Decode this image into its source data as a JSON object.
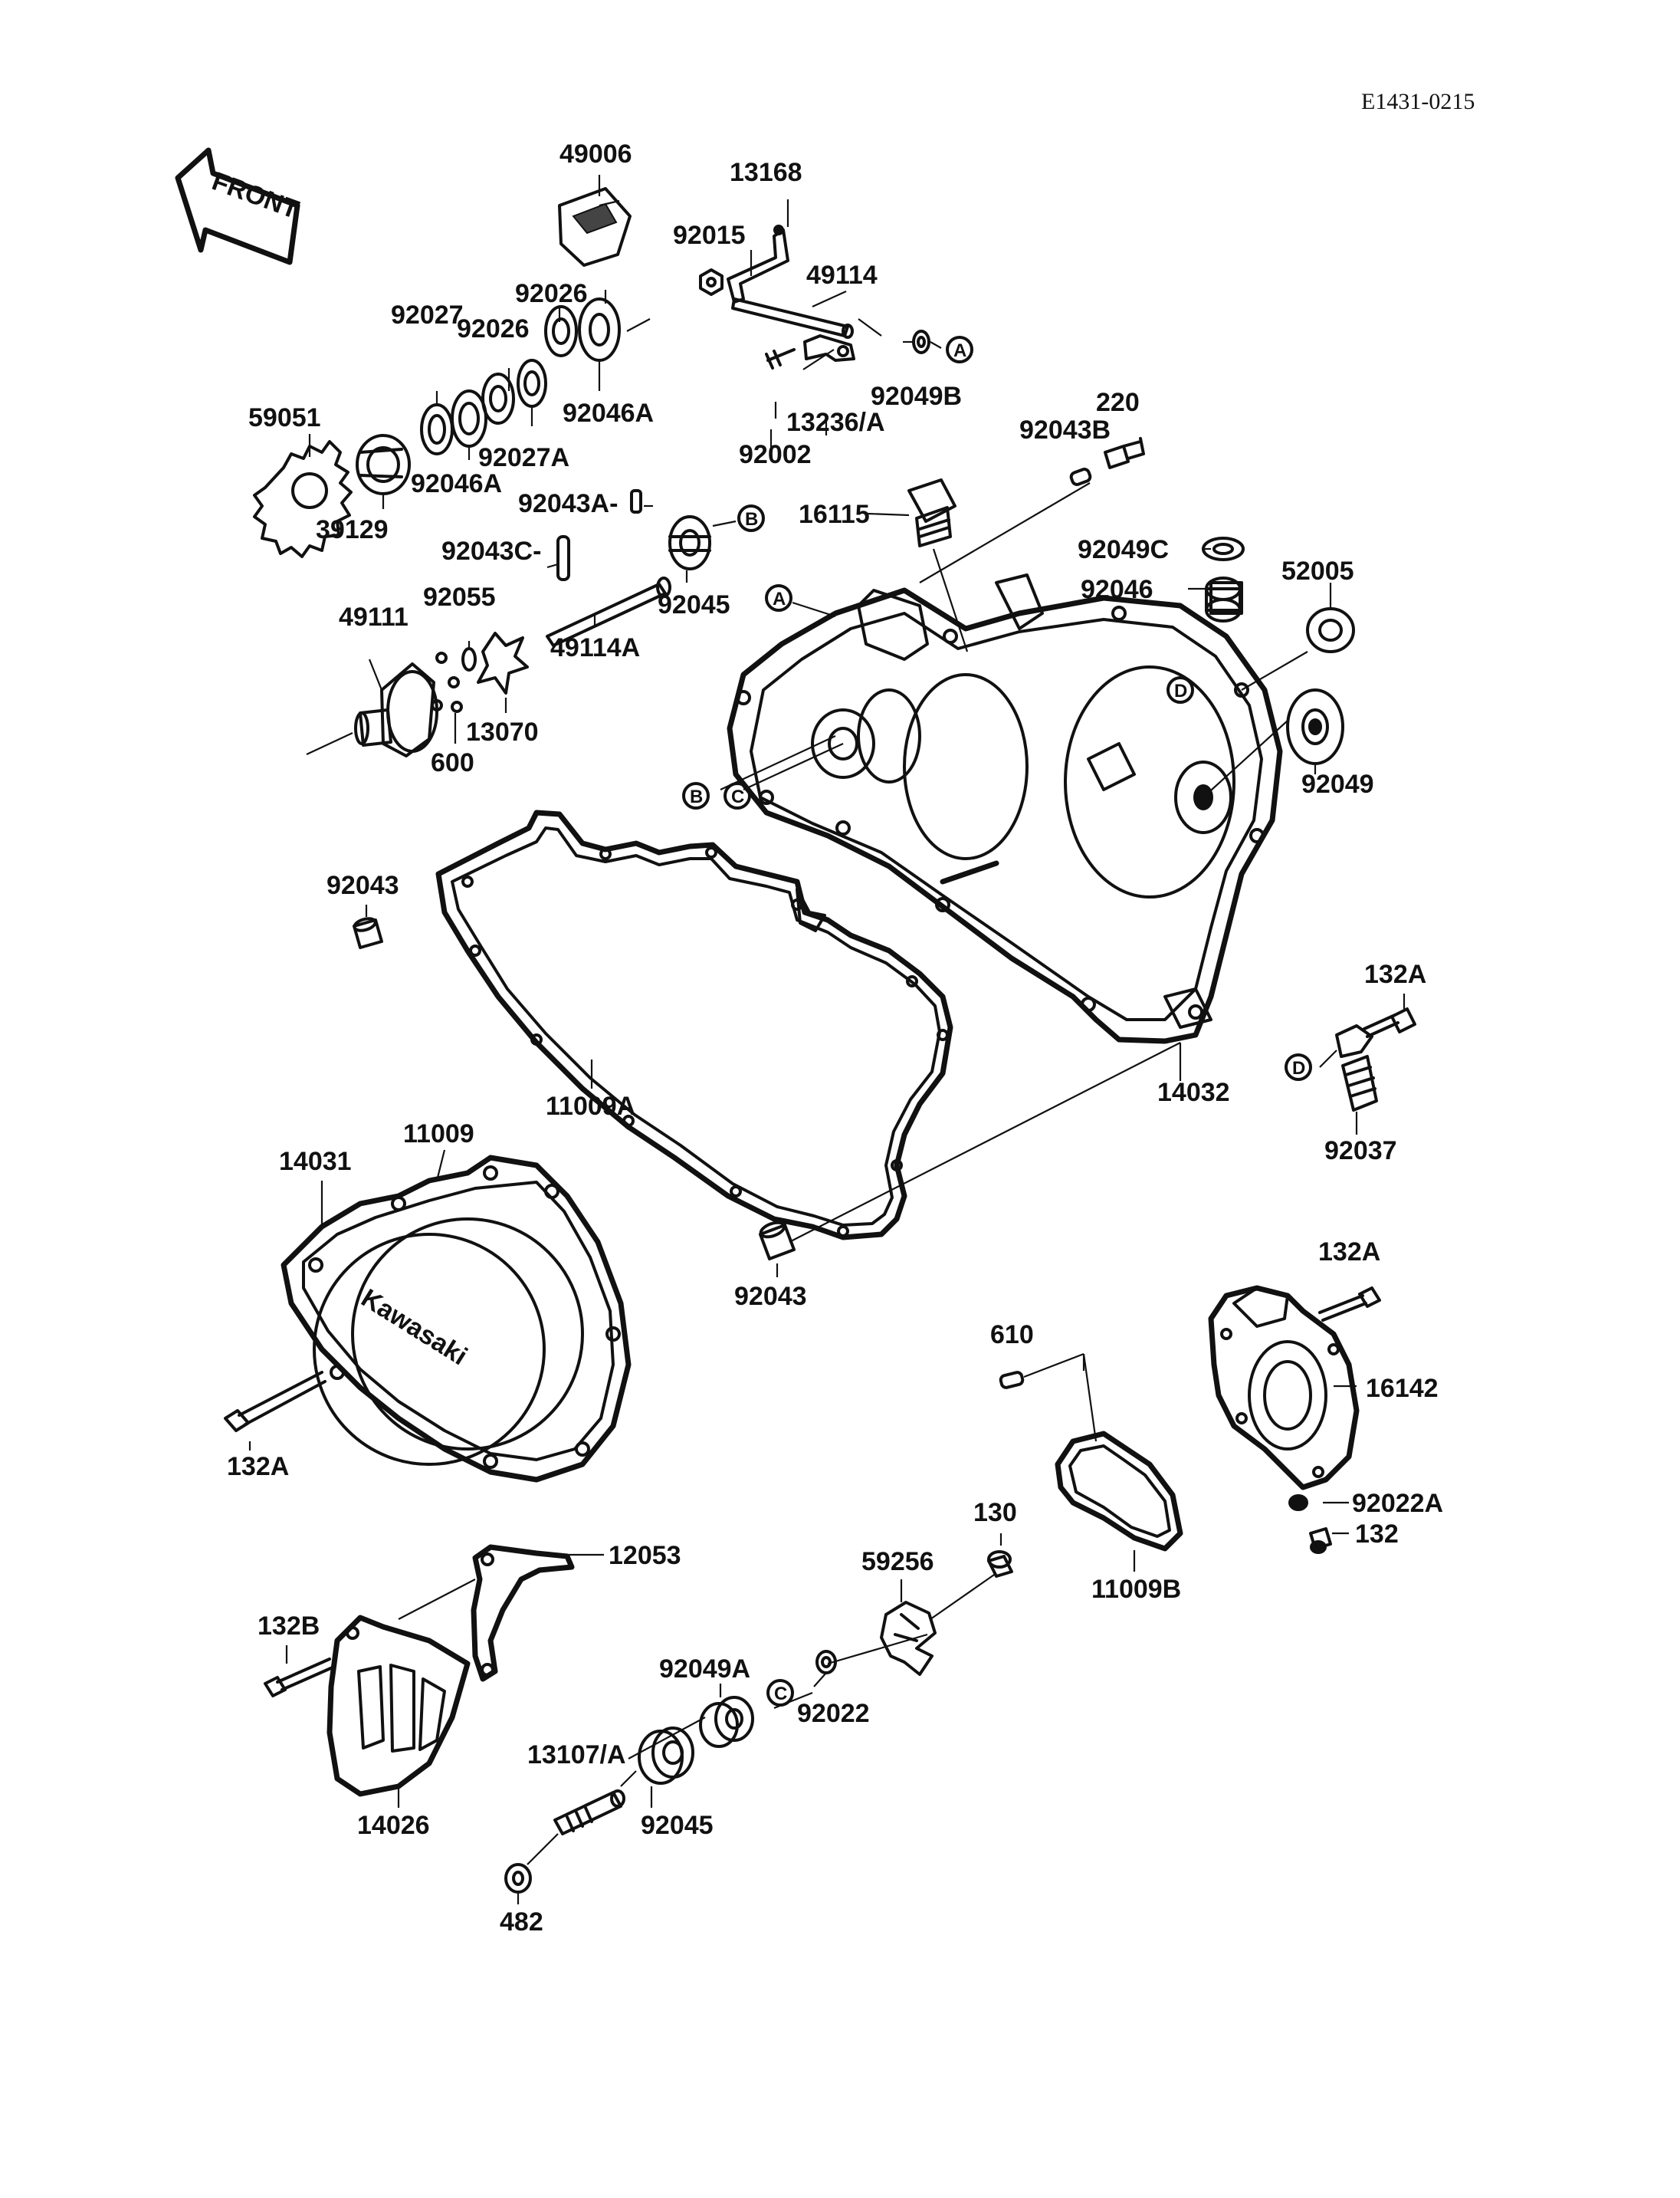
{
  "reference_code": "E1431-0215",
  "front_arrow_text": "FRONT",
  "brand_text": "Kawasaki",
  "callouts": {
    "A": "A",
    "B": "B",
    "C": "C",
    "D": "D"
  },
  "parts": {
    "p49006": "49006",
    "p13168": "13168",
    "p92015": "92015",
    "p49114": "49114",
    "p92026a": "92026",
    "p92026b": "92026",
    "p92027": "92027",
    "p92049b": "92049B",
    "p13236a": "13236/A",
    "p92002": "92002",
    "p59051": "59051",
    "p92046a_right": "92046A",
    "p92027a": "92027A",
    "p92046a_left": "92046A",
    "p39129": "39129",
    "p92043a": "92043A-",
    "p92043b": "92043B",
    "p220": "220",
    "p16115": "16115",
    "p92043c": "92043C-",
    "p92045_top": "92045",
    "p92049c": "92049C",
    "p92046": "92046",
    "p52005": "52005",
    "p49111": "49111",
    "p92055": "92055",
    "p49114a": "49114A",
    "p13070": "13070",
    "p600": "600",
    "p92049": "92049",
    "p92043_left": "92043",
    "p132a_right": "132A",
    "p14032": "14032",
    "p92037": "92037",
    "p14031": "14031",
    "p11009": "11009",
    "p11009a": "11009A",
    "p92043_bottom": "92043",
    "p132a_lower_right": "132A",
    "p610": "610",
    "p16142": "16142",
    "p132a_left": "132A",
    "p92022a": "92022A",
    "p130": "130",
    "p132": "132",
    "p59256": "59256",
    "p11009b": "11009B",
    "p12053": "12053",
    "p132b": "132B",
    "p92049a": "92049A",
    "p92022": "92022",
    "p13107a": "13107/A",
    "p14026": "14026",
    "p92045_bottom": "92045",
    "p482": "482"
  }
}
